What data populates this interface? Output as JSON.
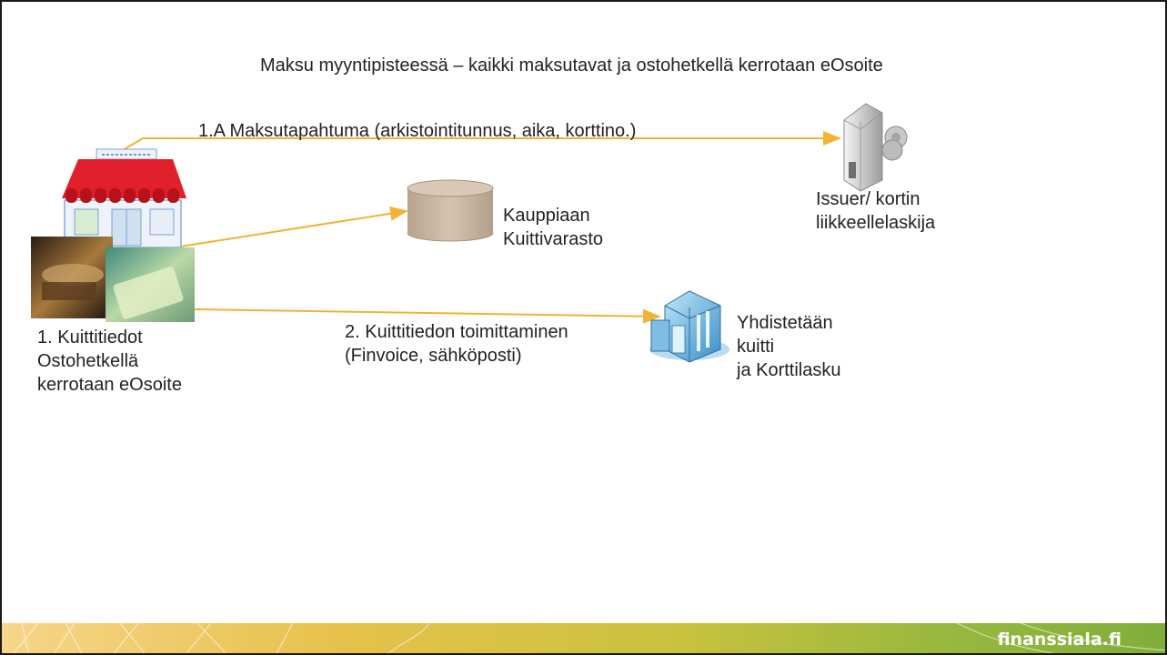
{
  "title": "Maksu myyntipisteessä – kaikki maksutavat ja ostohetkellä kerrotaan eOsoite",
  "arrow_1a_label": "1.A Maksutapahtuma (arkistointitunnus, aika, korttino.)",
  "issuer_label": [
    "Issuer/ kortin",
    "liikkeellelaskija"
  ],
  "store_db_label": [
    "Kauppiaan",
    "Kuittivarasto"
  ],
  "receipt_label": [
    "1.  Kuittitiedot",
    "Ostohetkellä",
    "kerrotaan eOsoite"
  ],
  "delivery_label": [
    "2. Kuittitiedon toimittaminen",
    "(Finvoice, sähköposti)"
  ],
  "merge_label": [
    "Yhdistetään",
    "kuitti",
    "ja Korttilasku"
  ],
  "footer_brand": "finanssiala.fi",
  "colors": {
    "arrow": "#f2b233",
    "database": "#cab5a1",
    "awning": "#e0202a",
    "footer_start": "#f7d58a",
    "footer_end": "#7fae3a"
  },
  "icons": [
    "shop-icon",
    "cash-register-photo",
    "database-icon",
    "server-icon",
    "office-building-icon"
  ]
}
